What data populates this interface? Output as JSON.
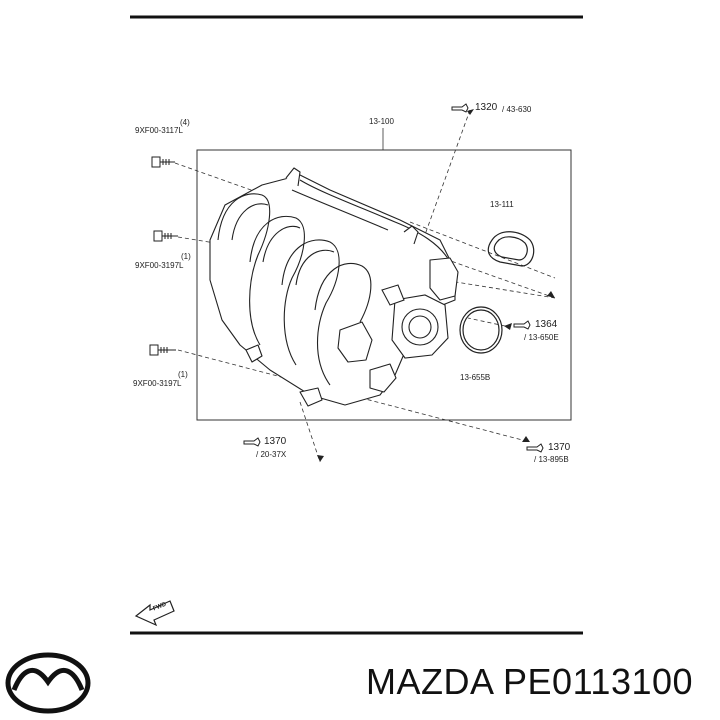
{
  "callouts": {
    "main_part": "13-100",
    "gasket": "13-111",
    "bolt_top_qty": "(4)",
    "bolt_top_pn": "9XF00-3117L",
    "bolt_mid_qty": "(1)",
    "bolt_mid_pn": "9XF00-3197L",
    "bolt_bot_qty": "(1)",
    "bolt_bot_pn": "9XF00-3197L",
    "torque_1320": "1320",
    "ref_1320": "/ 43-630",
    "torque_1364": "1364",
    "ref_1364": "/ 13-650E",
    "oring": "13-655B",
    "torque_1370_left": "1370",
    "ref_1370_left": "/ 20-37X",
    "torque_1370_right": "1370",
    "ref_1370_right": "/ 13-895B",
    "fwd": "FWD"
  },
  "footer": {
    "brand": "MAZDA",
    "part_number": "PE0113100"
  },
  "logo_icon": "mazda-logo-icon",
  "colors": {
    "line": "#222222",
    "text": "#111111"
  }
}
